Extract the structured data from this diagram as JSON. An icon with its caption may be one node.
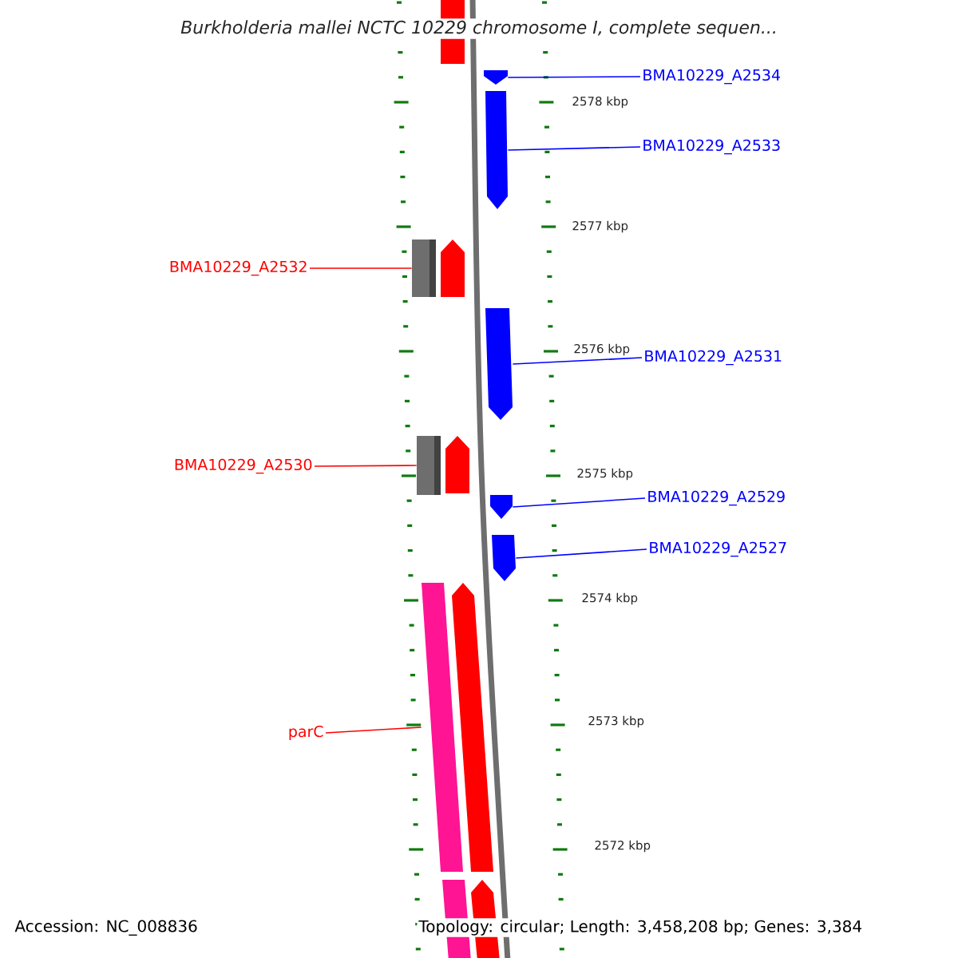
{
  "diagram": {
    "title": "Burkholderia mallei NCTC 10229 chromosome I, complete sequen...",
    "nodes": [
      {
        "text": [],
        "shape": "bar"
      },
      {
        "text": [],
        "shape": "arrow"
      },
      {
        "text": [],
        "shape": "arrow"
      },
      {
        "text": [],
        "shape": "box"
      },
      {
        "text": [],
        "shape": "arrow"
      },
      {
        "text": [],
        "shape": "arrow"
      },
      {
        "text": [],
        "shape": "box"
      },
      {
        "text": [],
        "shape": "arrow"
      },
      {
        "text": [],
        "shape": "arrow"
      },
      {
        "text": [],
        "shape": "arrow"
      },
      {
        "text": [],
        "shape": "bar"
      },
      {
        "text": [],
        "shape": "arrow"
      },
      {
        "text": [],
        "shape": "bar"
      },
      {
        "text": [],
        "shape": "arrow"
      },
      {
        "text": [
          "BMA10229_A2534"
        ]
      },
      {
        "text": [
          "BMA10229_A2533"
        ]
      },
      {
        "text": [
          "BMA10229_A2532"
        ]
      },
      {
        "text": [
          "BMA10229_A2531"
        ]
      },
      {
        "text": [
          "BMA10229_A2530"
        ]
      },
      {
        "text": [
          "BMA10229_A2529"
        ]
      },
      {
        "text": [
          "BMA10229_A2527"
        ]
      },
      {
        "text": [
          "parC"
        ]
      }
    ],
    "edges": [
      {
        "from": 14,
        "to": 1,
        "arrow": "none"
      },
      {
        "from": 15,
        "to": 2,
        "arrow": "none"
      },
      {
        "from": 16,
        "to": 3,
        "arrow": "none",
        "color": "#ff0000"
      },
      {
        "from": 17,
        "to": 5,
        "arrow": "none"
      },
      {
        "from": 18,
        "to": 6,
        "arrow": "none",
        "color": "#ff0000"
      },
      {
        "from": 19,
        "to": 8,
        "arrow": "none"
      },
      {
        "from": 20,
        "to": 9,
        "arrow": "none"
      },
      {
        "from": 21,
        "to": 10,
        "arrow": "none",
        "color": "#ff0000"
      }
    ],
    "labels": [
      "2578 kbp",
      "2577 kbp",
      "2576 kbp",
      "2575 kbp",
      "2574 kbp",
      "2573 kbp",
      "2572 kbp",
      "Accession: NC_008836",
      "Topology: circular; Length: 3,458,208 bp; Genes: 3,384"
    ]
  }
}
